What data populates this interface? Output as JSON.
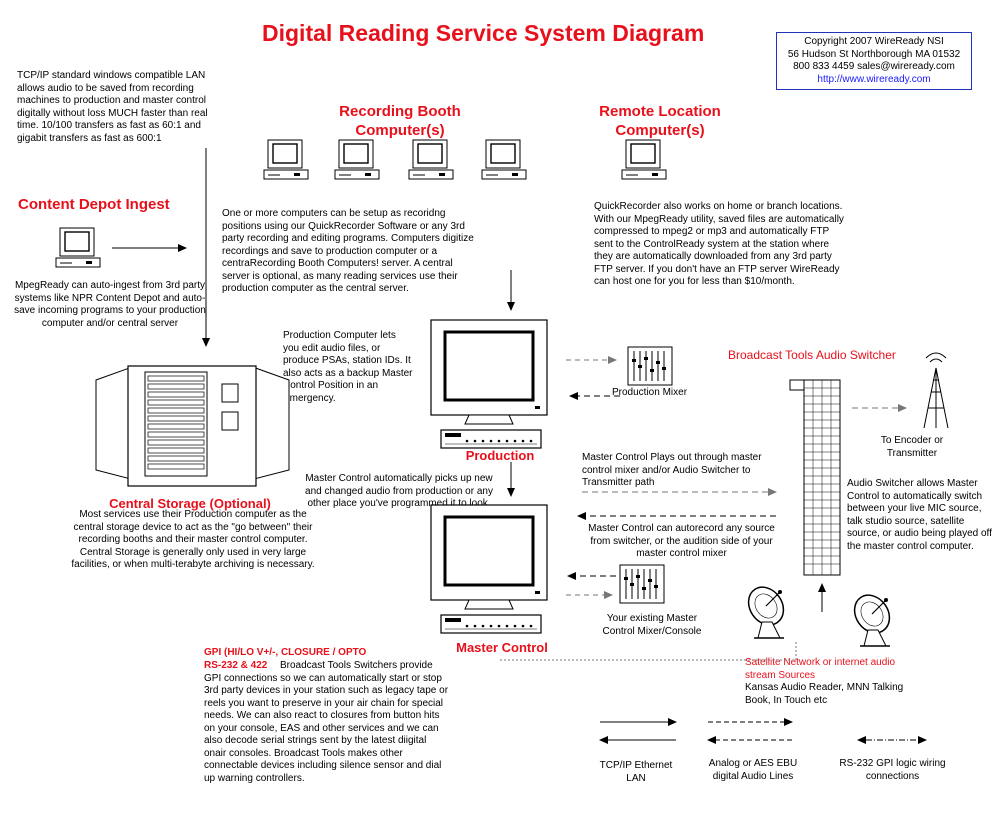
{
  "title": "Digital Reading Service System Diagram",
  "copyright": {
    "line1": "Copyright 2007 WireReady NSI",
    "line2": "56 Hudson St Northborough MA 01532",
    "line3": "800 833 4459 sales@wireready.com",
    "url": "http://www.wireready.com"
  },
  "tcpip_note": "TCP/IP standard windows compatible LAN allows audio to be saved from recording machines to production and master control digitally without loss MUCH faster than real time. 10/100 transfers as fast as 60:1 and gigabit transfers as fast as 600:1",
  "recording_booth": {
    "heading_line1": "Recording Booth",
    "heading_line2": "Computer(s)",
    "desc": "One or more computers can be setup as recoridng positions using our QuickRecorder Software or any 3rd party recording and editing programs.    Computers digitize recordings and save to production computer or a centraRecording Booth Computers! server.  A central server is optional, as many reading services use their production computer as the central server."
  },
  "remote_location": {
    "heading_line1": "Remote Location",
    "heading_line2": "Computer(s)",
    "desc": "QuickRecorder also works on home or branch locations.  With our MpegReady utility, saved files are automatically compressed to mpeg2 or mp3 and automatically FTP sent to the ControlReady system at the station where they are automatically downloaded from any 3rd party FTP server.  If you don't have an FTP server WireReady can host one for you for less than $10/month."
  },
  "content_depot": {
    "heading": "Content Depot Ingest",
    "desc": "MpegReady can auto-ingest from 3rd party systems like NPR Content Depot and auto-save incoming programs to your production computer and/or central server"
  },
  "central_storage": {
    "heading": "Central Storage (Optional)",
    "desc": "Most services use their Production computer as the central storage device to act as the \"go between\" their recording booths and their master control computer.  Central Storage is generally only used in very large facilities, or when multi-terabyte archiving is necessary."
  },
  "production": {
    "label": "Production",
    "desc": "Production Computer lets you edit audio files, or produce PSAs, station IDs. It also acts as a backup Master Control Position in an Emergency.",
    "mixer_label": "Production Mixer"
  },
  "master_control": {
    "label": "Master Control",
    "desc": "Master Control automatically picks up new and changed audio from production or any other place you've  programmed it to look.",
    "mixer_label": "Your existing Master Control Mixer/Console",
    "plays_out": "Master Control Plays out through master control mixer and/or Audio Switcher to Transmitter path",
    "autorecord": "Master Control can autorecord any source from switcher, or the audition side of your master control mixer"
  },
  "switcher": {
    "heading": "Broadcast Tools Audio Switcher",
    "desc": "Audio Switcher allows Master Control to automatically switch between your live MIC source, talk studio source, satellite source, or audio being played off the master control computer.",
    "transmitter_label": "To Encoder or Transmitter"
  },
  "satellite": {
    "heading": "Satellite Network  or internet audio stream Sources",
    "desc": "Kansas Audio Reader, MNN Talking Book, In Touch etc"
  },
  "gpi": {
    "heading_line1": "GPI (HI/LO V+/-, CLOSURE / OPTO",
    "heading_line2": "RS-232 & 422",
    "desc": "Broadcast Tools Switchers provide GPI connections so we can automatically start or stop 3rd party devices in your station such as legacy tape or reels you want to preserve in your air chain for special needs.    We can also react to closures from button hits on your console, EAS and other services and we can also decode serial strings sent  by  the latest diigital onair consoles.    Broadcast Tools makes other connectable devices including silence sensor and dial up warning controllers."
  },
  "legend": {
    "tcpip": "TCP/IP Ethernet LAN",
    "analog": "Analog or AES EBU digital Audio Lines",
    "rs232": "RS-232 GPI logic wiring connections"
  },
  "colors": {
    "accent": "#e8101a",
    "link": "#1a1aff",
    "border": "#2233bb"
  }
}
